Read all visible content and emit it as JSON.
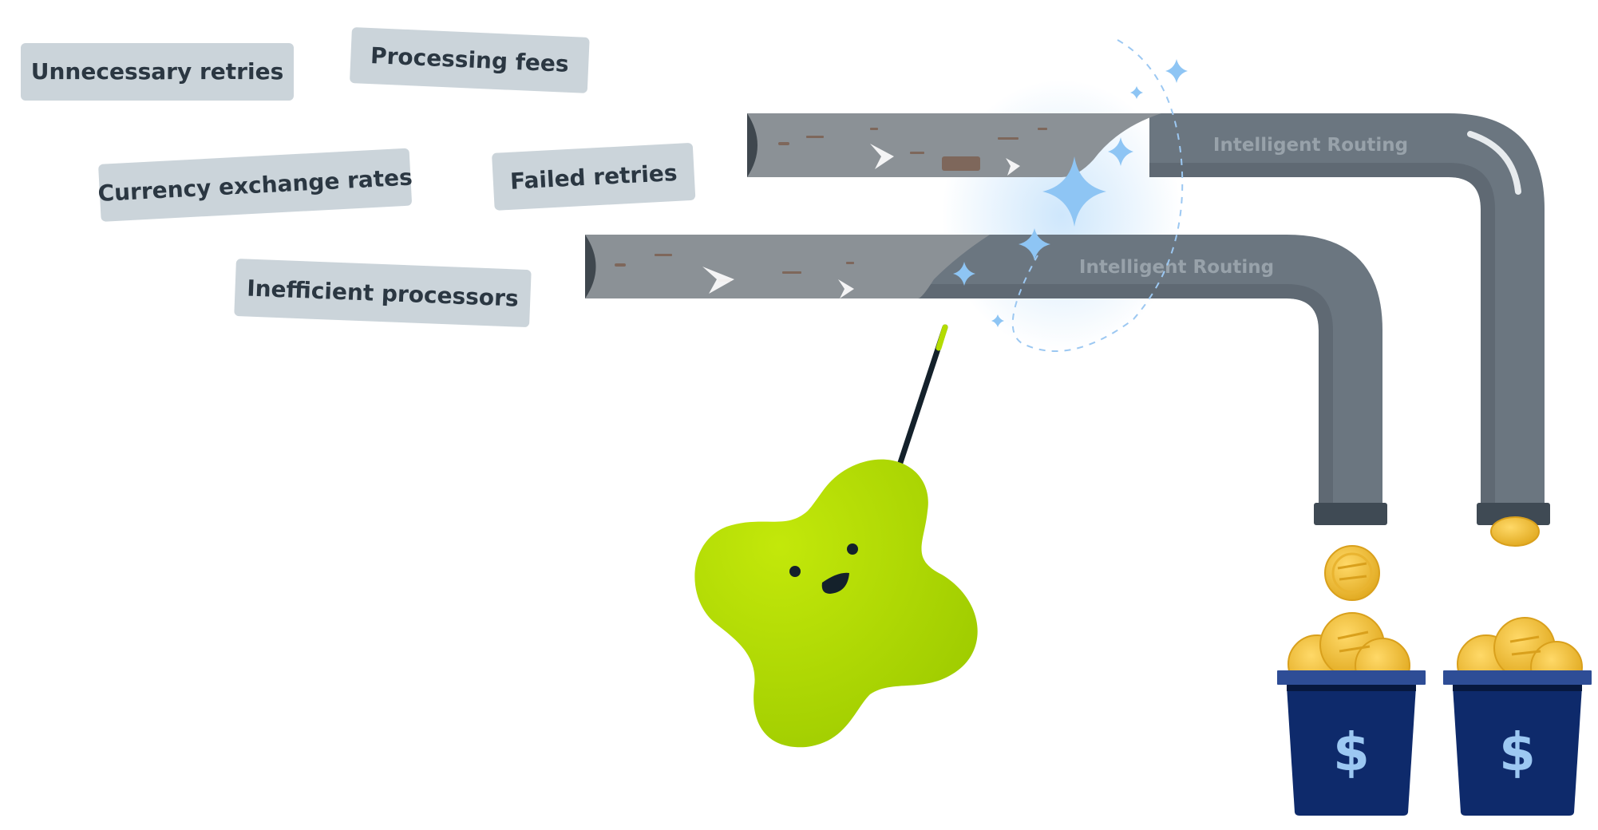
{
  "cost_tags": [
    {
      "label": "Unnecessary retries"
    },
    {
      "label": "Processing fees"
    },
    {
      "label": "Currency exchange rates"
    },
    {
      "label": "Failed retries"
    },
    {
      "label": "Inefficient processors"
    }
  ],
  "pipes": [
    {
      "label": "Intelligent Routing"
    },
    {
      "label": "Intelligent Routing"
    }
  ],
  "buckets": [
    {
      "symbol": "$"
    },
    {
      "symbol": "$"
    }
  ],
  "colors": {
    "tag_bg": "#cbd4da",
    "tag_text": "#2b3742",
    "rusty_pipe": "#8b9196",
    "clean_pipe": "#6b7680",
    "pipe_shadow": "#5a646d",
    "pipe_cap": "#3f4a54",
    "bucket": "#0e2a6b",
    "bucket_rim": "#2e4d96",
    "dollar": "#9cc8f2",
    "coin": "#f2c23a",
    "blob": "#b3dc00",
    "sparkle": "#8ec5f4"
  },
  "icons": {
    "sparkle": "sparkle-icon",
    "wand": "magic-wand-icon",
    "coin": "coin-icon"
  }
}
